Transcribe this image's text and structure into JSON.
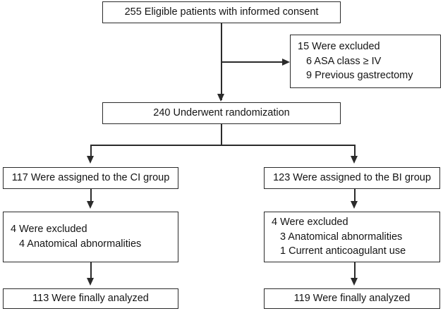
{
  "diagram": {
    "type": "consort-flow-diagram",
    "nodes": {
      "enrollment": {
        "lines": [
          "255 Eligible patients with informed consent"
        ]
      },
      "excluded_enrollment": {
        "lines": [
          "15 Were excluded",
          "6 ASA class ≥ IV",
          "9 Previous gastrectomy"
        ]
      },
      "randomization": {
        "lines": [
          "240 Underwent randomization"
        ]
      },
      "allocation_left": {
        "lines": [
          "117 Were assigned to the CI group"
        ]
      },
      "allocation_right": {
        "lines": [
          "123 Were assigned to the BI group"
        ]
      },
      "excluded_left": {
        "lines": [
          "4 Were excluded",
          "4 Anatomical abnormalities"
        ]
      },
      "excluded_right": {
        "lines": [
          "4 Were excluded",
          "3 Anatomical abnormalities",
          "1 Current anticoagulant use"
        ]
      },
      "analyzed_left": {
        "lines": [
          "113 Were finally analyzed"
        ]
      },
      "analyzed_right": {
        "lines": [
          "119 Were finally analyzed"
        ]
      }
    },
    "colors": {
      "border": "#2b2b2b",
      "text": "#141414",
      "background": "#ffffff"
    }
  }
}
